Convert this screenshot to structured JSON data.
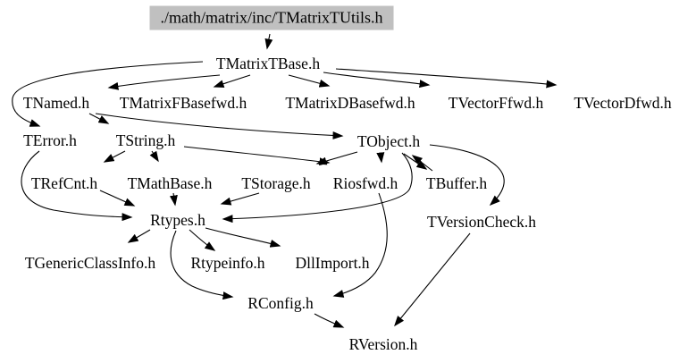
{
  "diagram": {
    "kind": "include-dependency-graph",
    "nodes": [
      {
        "id": "TMatrixTUtils",
        "label": "./math/matrix/inc/TMatrixTUtils.h",
        "type": "root"
      },
      {
        "id": "TMatrixTBase",
        "label": "TMatrixTBase.h"
      },
      {
        "id": "TNamed",
        "label": "TNamed.h"
      },
      {
        "id": "TMatrixFBasefwd",
        "label": "TMatrixFBasefwd.h"
      },
      {
        "id": "TMatrixDBasefwd",
        "label": "TMatrixDBasefwd.h"
      },
      {
        "id": "TVectorFfwd",
        "label": "TVectorFfwd.h"
      },
      {
        "id": "TVectorDfwd",
        "label": "TVectorDfwd.h"
      },
      {
        "id": "TError",
        "label": "TError.h"
      },
      {
        "id": "TString",
        "label": "TString.h"
      },
      {
        "id": "TObject",
        "label": "TObject.h"
      },
      {
        "id": "TRefCnt",
        "label": "TRefCnt.h"
      },
      {
        "id": "TMathBase",
        "label": "TMathBase.h"
      },
      {
        "id": "TStorage",
        "label": "TStorage.h"
      },
      {
        "id": "Riosfwd",
        "label": "Riosfwd.h"
      },
      {
        "id": "TBuffer",
        "label": "TBuffer.h"
      },
      {
        "id": "Rtypes",
        "label": "Rtypes.h"
      },
      {
        "id": "TVersionCheck",
        "label": "TVersionCheck.h"
      },
      {
        "id": "TGenericClassInfo",
        "label": "TGenericClassInfo.h"
      },
      {
        "id": "Rtypeinfo",
        "label": "Rtypeinfo.h"
      },
      {
        "id": "DllImport",
        "label": "DllImport.h"
      },
      {
        "id": "RConfig",
        "label": "RConfig.h"
      },
      {
        "id": "RVersion",
        "label": "RVersion.h"
      }
    ],
    "edges": [
      {
        "from": "TMatrixTUtils",
        "to": "TMatrixTBase"
      },
      {
        "from": "TMatrixTBase",
        "to": "TNamed"
      },
      {
        "from": "TMatrixTBase",
        "to": "TError"
      },
      {
        "from": "TMatrixTBase",
        "to": "TMatrixFBasefwd"
      },
      {
        "from": "TMatrixTBase",
        "to": "TMatrixDBasefwd"
      },
      {
        "from": "TMatrixTBase",
        "to": "TVectorFfwd"
      },
      {
        "from": "TMatrixTBase",
        "to": "TVectorDfwd"
      },
      {
        "from": "TNamed",
        "to": "TString"
      },
      {
        "from": "TNamed",
        "to": "TObject"
      },
      {
        "from": "TError",
        "to": "Rtypes"
      },
      {
        "from": "TString",
        "to": "TRefCnt"
      },
      {
        "from": "TString",
        "to": "TMathBase"
      },
      {
        "from": "TString",
        "to": "Riosfwd"
      },
      {
        "from": "TObject",
        "to": "TStorage"
      },
      {
        "from": "TObject",
        "to": "Riosfwd"
      },
      {
        "from": "TObject",
        "to": "TBuffer"
      },
      {
        "from": "TBuffer",
        "to": "TObject"
      },
      {
        "from": "TObject",
        "to": "TVersionCheck"
      },
      {
        "from": "TObject",
        "to": "Rtypes"
      },
      {
        "from": "TRefCnt",
        "to": "Rtypes"
      },
      {
        "from": "TMathBase",
        "to": "Rtypes"
      },
      {
        "from": "TStorage",
        "to": "Rtypes"
      },
      {
        "from": "Rtypes",
        "to": "TGenericClassInfo"
      },
      {
        "from": "Rtypes",
        "to": "Rtypeinfo"
      },
      {
        "from": "Rtypes",
        "to": "DllImport"
      },
      {
        "from": "Rtypes",
        "to": "RConfig"
      },
      {
        "from": "Riosfwd",
        "to": "RConfig"
      },
      {
        "from": "TVersionCheck",
        "to": "RVersion"
      },
      {
        "from": "RConfig",
        "to": "RVersion"
      }
    ],
    "colors": {
      "root_node_bg": "#c0c0c0",
      "edge": "#000000",
      "text": "#000000",
      "canvas": "#ffffff"
    }
  }
}
